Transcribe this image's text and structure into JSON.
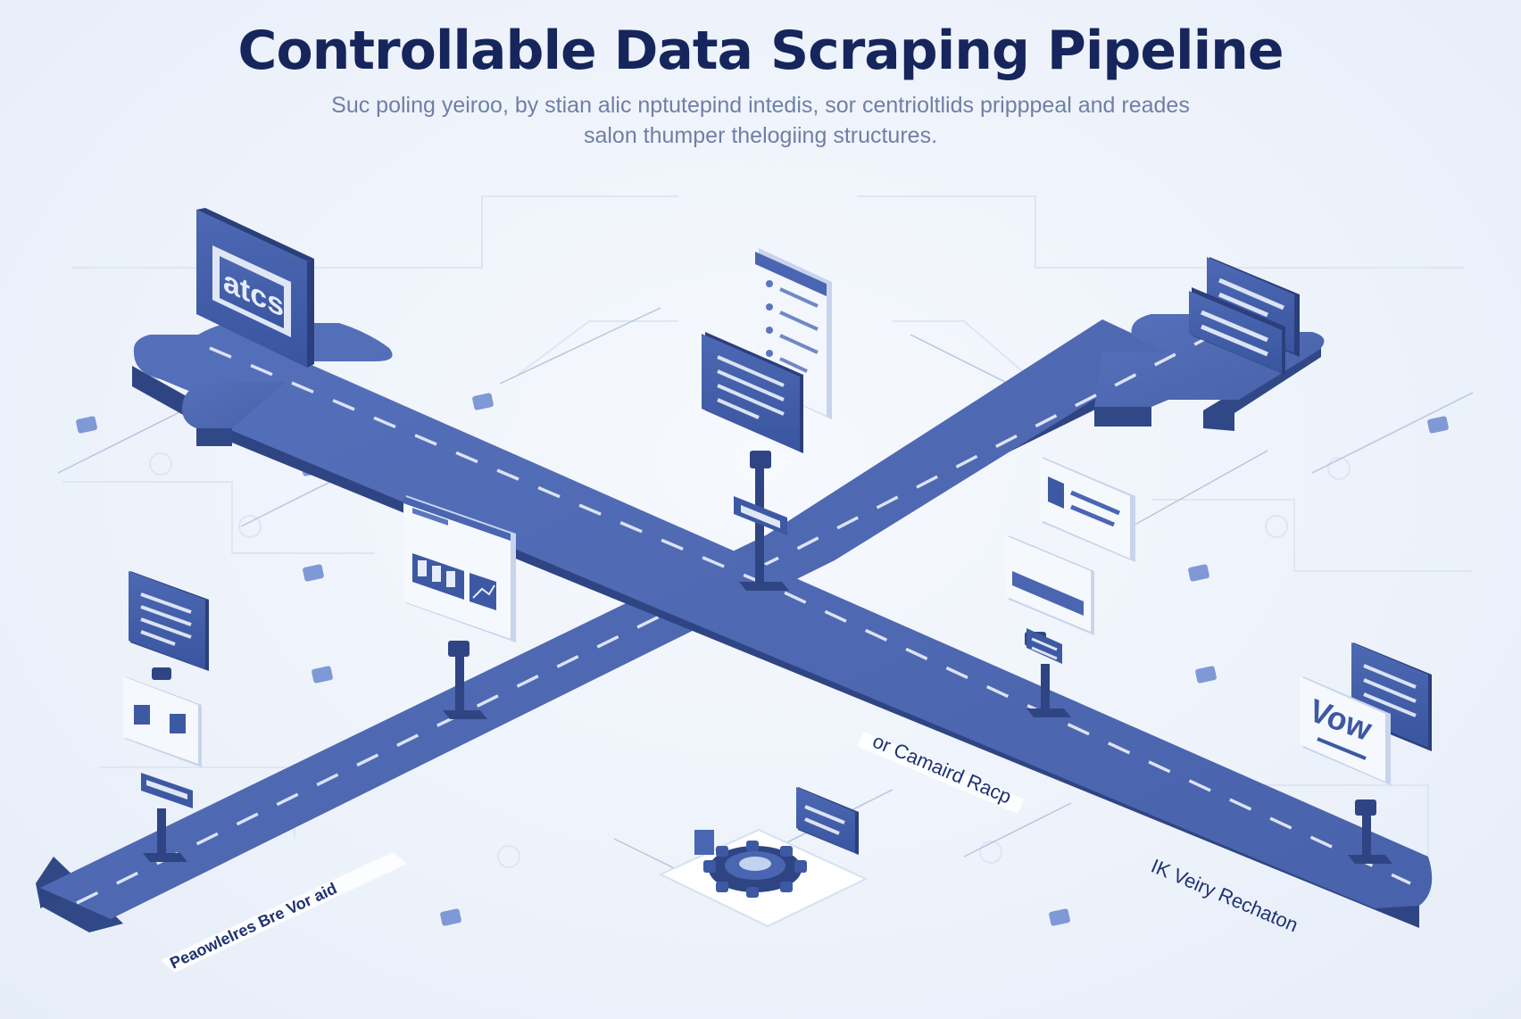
{
  "title": "Controllable Data Scraping Pipeline",
  "subtitle": "Suc poling yeiroo, by stian alic nptutepind intedis, sor centrioltlids pripppeal and reades salon thumper thelogiing structures.",
  "panels": {
    "top_left_label": "atcs",
    "view_label": "Vow"
  },
  "labels": {
    "bottom_left": "Peaowlelres Bre Vor aid",
    "center_right": "or Camaird Racp",
    "bottom_right": "IK Veiry Rechaton"
  },
  "colors": {
    "road": "#4d68b1",
    "road_side": "#314886",
    "panel": "#3f5ba6",
    "title": "#16265c",
    "accent_light": "#c3d2ee"
  }
}
